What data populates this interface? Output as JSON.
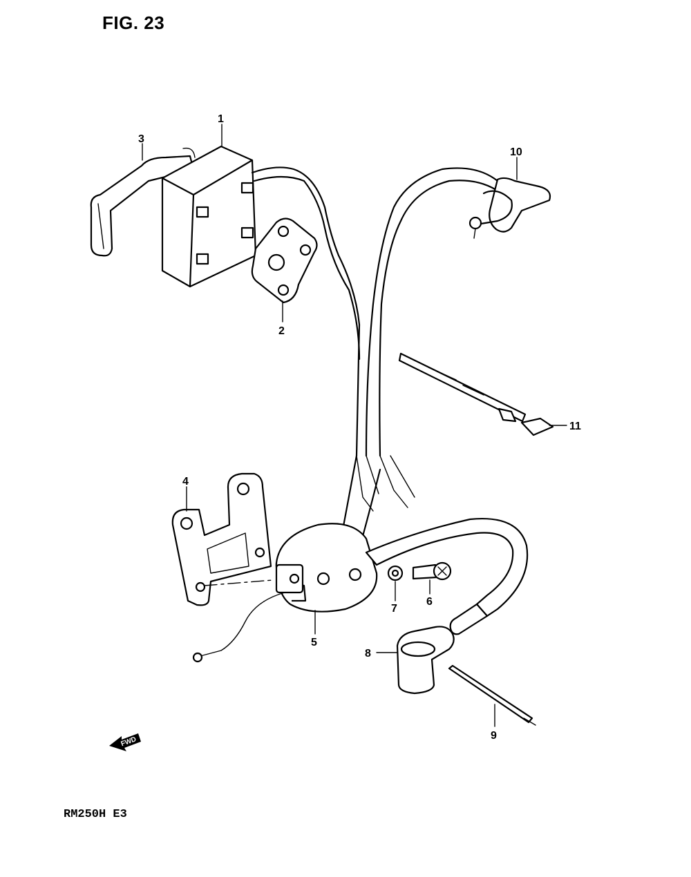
{
  "figure": {
    "title": "FIG. 23",
    "model": "RM250H E3",
    "fwd_label": "FWD"
  },
  "callouts": [
    {
      "id": "1",
      "label": "1"
    },
    {
      "id": "2",
      "label": "2"
    },
    {
      "id": "3",
      "label": "3"
    },
    {
      "id": "4",
      "label": "4"
    },
    {
      "id": "5",
      "label": "5"
    },
    {
      "id": "6",
      "label": "6"
    },
    {
      "id": "7",
      "label": "7"
    },
    {
      "id": "8",
      "label": "8"
    },
    {
      "id": "9",
      "label": "9"
    },
    {
      "id": "10",
      "label": "10"
    },
    {
      "id": "11",
      "label": "11"
    }
  ],
  "colors": {
    "ink": "#000000",
    "paper": "#ffffff"
  }
}
